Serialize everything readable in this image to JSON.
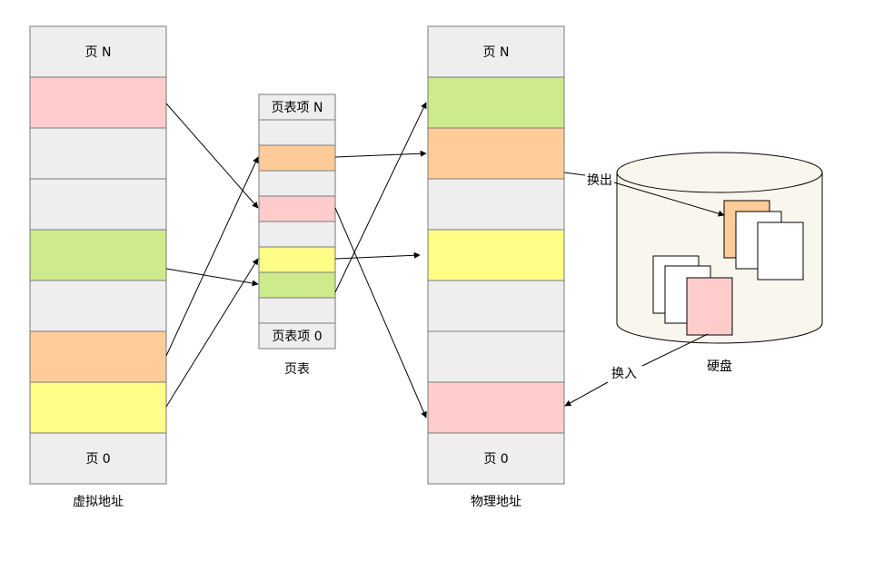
{
  "colors": {
    "gray": "#eeeeee",
    "pink": "#ffcccc",
    "green": "#cdeb8b",
    "orange": "#ffcc99",
    "yellow": "#ffff88",
    "disk_fill": "#f9f7ed",
    "line": "#000000"
  },
  "virtual_memory": {
    "caption": "虚拟地址",
    "top_label": "页 N",
    "bottom_label": "页 0",
    "cells": [
      "label",
      "pink",
      "gray",
      "gray",
      "green",
      "gray",
      "orange",
      "yellow",
      "label"
    ]
  },
  "page_table": {
    "caption": "页表",
    "top_label": "页表项 N",
    "bottom_label": "页表项 0",
    "cells": [
      "label",
      "gray",
      "orange",
      "gray",
      "pink",
      "gray",
      "yellow",
      "green",
      "gray",
      "label"
    ]
  },
  "physical_memory": {
    "caption": "物理地址",
    "top_label": "页 N",
    "bottom_label": "页 0",
    "cells": [
      "label",
      "green",
      "orange",
      "gray",
      "yellow",
      "gray",
      "gray",
      "pink",
      "label"
    ]
  },
  "disk": {
    "caption": "硬盘",
    "swap_out_label": "换出",
    "swap_in_label": "换入",
    "top_stack": [
      "orange",
      "white",
      "white"
    ],
    "bottom_stack": [
      "white",
      "white",
      "pink"
    ]
  }
}
